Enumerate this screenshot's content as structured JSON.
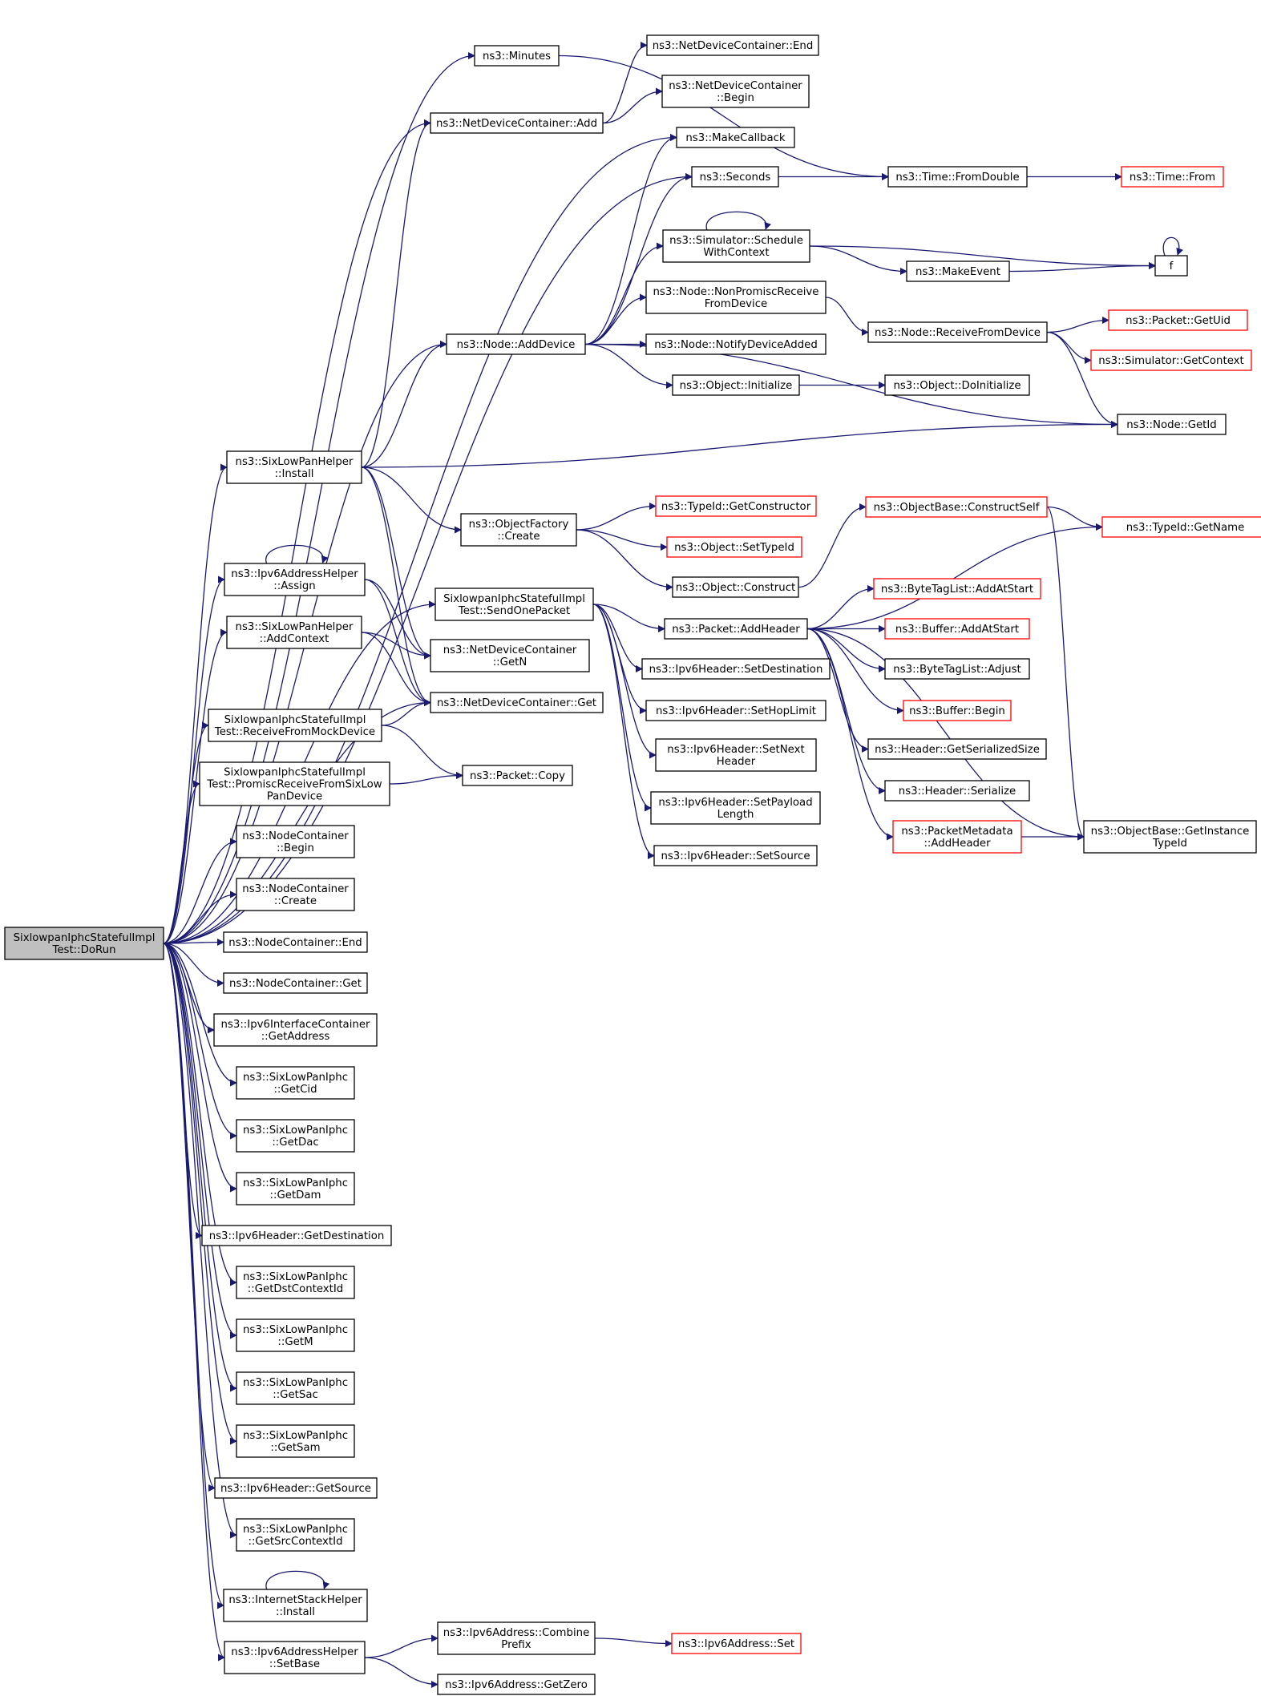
{
  "diagram": {
    "nodes": [
      {
        "id": "root",
        "lines": [
          "SixlowpanIphcStatefulImpl",
          "Test::DoRun"
        ],
        "style": "root"
      },
      {
        "id": "minutes",
        "lines": [
          "ns3::Minutes"
        ]
      },
      {
        "id": "ndc_add",
        "lines": [
          "ns3::NetDeviceContainer::Add"
        ]
      },
      {
        "id": "ndc_end",
        "lines": [
          "ns3::NetDeviceContainer::End"
        ]
      },
      {
        "id": "ndc_begin",
        "lines": [
          "ns3::NetDeviceContainer",
          "::Begin"
        ]
      },
      {
        "id": "makecallback",
        "lines": [
          "ns3::MakeCallback"
        ]
      },
      {
        "id": "seconds",
        "lines": [
          "ns3::Seconds"
        ]
      },
      {
        "id": "time_fromdouble",
        "lines": [
          "ns3::Time::FromDouble"
        ]
      },
      {
        "id": "time_from",
        "lines": [
          "ns3::Time::From"
        ],
        "style": "external"
      },
      {
        "id": "sched",
        "lines": [
          "ns3::Simulator::Schedule",
          "WithContext"
        ]
      },
      {
        "id": "makeevent",
        "lines": [
          "ns3::MakeEvent"
        ]
      },
      {
        "id": "f",
        "lines": [
          "f"
        ]
      },
      {
        "id": "nonpromisc",
        "lines": [
          "ns3::Node::NonPromiscReceive",
          "FromDevice"
        ]
      },
      {
        "id": "recvfromdev",
        "lines": [
          "ns3::Node::ReceiveFromDevice"
        ]
      },
      {
        "id": "pkt_getuid",
        "lines": [
          "ns3::Packet::GetUid"
        ],
        "style": "external"
      },
      {
        "id": "sim_getctx",
        "lines": [
          "ns3::Simulator::GetContext"
        ],
        "style": "external"
      },
      {
        "id": "adddevice",
        "lines": [
          "ns3::Node::AddDevice"
        ]
      },
      {
        "id": "notifydev",
        "lines": [
          "ns3::Node::NotifyDeviceAdded"
        ]
      },
      {
        "id": "obj_init",
        "lines": [
          "ns3::Object::Initialize"
        ]
      },
      {
        "id": "obj_doinit",
        "lines": [
          "ns3::Object::DoInitialize"
        ]
      },
      {
        "id": "node_getid",
        "lines": [
          "ns3::Node::GetId"
        ]
      },
      {
        "id": "slp_install",
        "lines": [
          "ns3::SixLowPanHelper",
          "::Install"
        ]
      },
      {
        "id": "objfactory",
        "lines": [
          "ns3::ObjectFactory",
          "::Create"
        ]
      },
      {
        "id": "tid_getctor",
        "lines": [
          "ns3::TypeId::GetConstructor"
        ],
        "style": "external"
      },
      {
        "id": "obj_settypeid",
        "lines": [
          "ns3::Object::SetTypeId"
        ],
        "style": "external"
      },
      {
        "id": "obj_construct",
        "lines": [
          "ns3::Object::Construct"
        ]
      },
      {
        "id": "objbase_cs",
        "lines": [
          "ns3::ObjectBase::ConstructSelf"
        ],
        "style": "external"
      },
      {
        "id": "tid_getname",
        "lines": [
          "ns3::TypeId::GetName"
        ],
        "style": "external"
      },
      {
        "id": "ipv6ah_assign",
        "lines": [
          "ns3::Ipv6AddressHelper",
          "::Assign"
        ]
      },
      {
        "id": "sendonepacket",
        "lines": [
          "SixlowpanIphcStatefulImpl",
          "Test::SendOnePacket"
        ]
      },
      {
        "id": "pkt_addheader",
        "lines": [
          "ns3::Packet::AddHeader"
        ]
      },
      {
        "id": "btl_addatstart",
        "lines": [
          "ns3::ByteTagList::AddAtStart"
        ],
        "style": "external"
      },
      {
        "id": "buf_addatstart",
        "lines": [
          "ns3::Buffer::AddAtStart"
        ],
        "style": "external"
      },
      {
        "id": "btl_adjust",
        "lines": [
          "ns3::ByteTagList::Adjust"
        ]
      },
      {
        "id": "buf_begin",
        "lines": [
          "ns3::Buffer::Begin"
        ],
        "style": "external"
      },
      {
        "id": "hdr_getsize",
        "lines": [
          "ns3::Header::GetSerializedSize"
        ]
      },
      {
        "id": "hdr_serialize",
        "lines": [
          "ns3::Header::Serialize"
        ]
      },
      {
        "id": "pm_addheader",
        "lines": [
          "ns3::PacketMetadata",
          "::AddHeader"
        ],
        "style": "external"
      },
      {
        "id": "objbase_getinst",
        "lines": [
          "ns3::ObjectBase::GetInstance",
          "TypeId"
        ]
      },
      {
        "id": "slp_addctx",
        "lines": [
          "ns3::SixLowPanHelper",
          "::AddContext"
        ]
      },
      {
        "id": "ndc_getn",
        "lines": [
          "ns3::NetDeviceContainer",
          "::GetN"
        ]
      },
      {
        "id": "ndc_get",
        "lines": [
          "ns3::NetDeviceContainer::Get"
        ]
      },
      {
        "id": "recvmock",
        "lines": [
          "SixlowpanIphcStatefulImpl",
          "Test::ReceiveFromMockDevice"
        ]
      },
      {
        "id": "promiscrecv",
        "lines": [
          "SixlowpanIphcStatefulImpl",
          "Test::PromiscReceiveFromSixLow",
          "PanDevice"
        ]
      },
      {
        "id": "pkt_copy",
        "lines": [
          "ns3::Packet::Copy"
        ]
      },
      {
        "id": "v6h_setdst",
        "lines": [
          "ns3::Ipv6Header::SetDestination"
        ]
      },
      {
        "id": "v6h_sethop",
        "lines": [
          "ns3::Ipv6Header::SetHopLimit"
        ]
      },
      {
        "id": "v6h_setnext",
        "lines": [
          "ns3::Ipv6Header::SetNext",
          "Header"
        ]
      },
      {
        "id": "v6h_setpl",
        "lines": [
          "ns3::Ipv6Header::SetPayload",
          "Length"
        ]
      },
      {
        "id": "v6h_setsrc",
        "lines": [
          "ns3::Ipv6Header::SetSource"
        ]
      },
      {
        "id": "nc_begin",
        "lines": [
          "ns3::NodeContainer",
          "::Begin"
        ]
      },
      {
        "id": "nc_create",
        "lines": [
          "ns3::NodeContainer",
          "::Create"
        ]
      },
      {
        "id": "nc_end",
        "lines": [
          "ns3::NodeContainer::End"
        ]
      },
      {
        "id": "nc_get",
        "lines": [
          "ns3::NodeContainer::Get"
        ]
      },
      {
        "id": "v6ic_getaddr",
        "lines": [
          "ns3::Ipv6InterfaceContainer",
          "::GetAddress"
        ]
      },
      {
        "id": "iphc_getcid",
        "lines": [
          "ns3::SixLowPanIphc",
          "::GetCid"
        ]
      },
      {
        "id": "iphc_getdac",
        "lines": [
          "ns3::SixLowPanIphc",
          "::GetDac"
        ]
      },
      {
        "id": "iphc_getdam",
        "lines": [
          "ns3::SixLowPanIphc",
          "::GetDam"
        ]
      },
      {
        "id": "v6h_getdst",
        "lines": [
          "ns3::Ipv6Header::GetDestination"
        ]
      },
      {
        "id": "iphc_getdstctx",
        "lines": [
          "ns3::SixLowPanIphc",
          "::GetDstContextId"
        ]
      },
      {
        "id": "iphc_getm",
        "lines": [
          "ns3::SixLowPanIphc",
          "::GetM"
        ]
      },
      {
        "id": "iphc_getsac",
        "lines": [
          "ns3::SixLowPanIphc",
          "::GetSac"
        ]
      },
      {
        "id": "iphc_getsam",
        "lines": [
          "ns3::SixLowPanIphc",
          "::GetSam"
        ]
      },
      {
        "id": "v6h_getsrc",
        "lines": [
          "ns3::Ipv6Header::GetSource"
        ]
      },
      {
        "id": "iphc_getsrcctx",
        "lines": [
          "ns3::SixLowPanIphc",
          "::GetSrcContextId"
        ]
      },
      {
        "id": "ish_install",
        "lines": [
          "ns3::InternetStackHelper",
          "::Install"
        ]
      },
      {
        "id": "ipv6ah_setbase",
        "lines": [
          "ns3::Ipv6AddressHelper",
          "::SetBase"
        ]
      },
      {
        "id": "v6a_combine",
        "lines": [
          "ns3::Ipv6Address::Combine",
          "Prefix"
        ]
      },
      {
        "id": "v6a_set",
        "lines": [
          "ns3::Ipv6Address::Set"
        ],
        "style": "external"
      },
      {
        "id": "v6a_getzero",
        "lines": [
          "ns3::Ipv6Address::GetZero"
        ]
      }
    ],
    "edges": [
      [
        "root",
        "minutes"
      ],
      [
        "root",
        "ndc_add"
      ],
      [
        "root",
        "makecallback"
      ],
      [
        "root",
        "seconds"
      ],
      [
        "root",
        "adddevice"
      ],
      [
        "root",
        "slp_install"
      ],
      [
        "root",
        "sendonepacket"
      ],
      [
        "root",
        "ipv6ah_assign"
      ],
      [
        "root",
        "slp_addctx"
      ],
      [
        "root",
        "ndc_get"
      ],
      [
        "root",
        "recvmock"
      ],
      [
        "root",
        "promiscrecv"
      ],
      [
        "root",
        "nc_begin"
      ],
      [
        "root",
        "nc_create"
      ],
      [
        "root",
        "nc_end"
      ],
      [
        "root",
        "nc_get"
      ],
      [
        "root",
        "v6ic_getaddr"
      ],
      [
        "root",
        "iphc_getcid"
      ],
      [
        "root",
        "iphc_getdac"
      ],
      [
        "root",
        "iphc_getdam"
      ],
      [
        "root",
        "v6h_getdst"
      ],
      [
        "root",
        "iphc_getdstctx"
      ],
      [
        "root",
        "iphc_getm"
      ],
      [
        "root",
        "iphc_getsac"
      ],
      [
        "root",
        "iphc_getsam"
      ],
      [
        "root",
        "v6h_getsrc"
      ],
      [
        "root",
        "iphc_getsrcctx"
      ],
      [
        "root",
        "ish_install"
      ],
      [
        "root",
        "ipv6ah_setbase"
      ],
      [
        "minutes",
        "time_fromdouble"
      ],
      [
        "ndc_add",
        "ndc_end"
      ],
      [
        "ndc_add",
        "ndc_begin"
      ],
      [
        "seconds",
        "time_fromdouble"
      ],
      [
        "time_fromdouble",
        "time_from"
      ],
      [
        "sched",
        "sched"
      ],
      [
        "sched",
        "f"
      ],
      [
        "sched",
        "makeevent"
      ],
      [
        "makeevent",
        "f"
      ],
      [
        "f",
        "f"
      ],
      [
        "nonpromisc",
        "recvfromdev"
      ],
      [
        "recvfromdev",
        "pkt_getuid"
      ],
      [
        "recvfromdev",
        "sim_getctx"
      ],
      [
        "recvfromdev",
        "node_getid"
      ],
      [
        "adddevice",
        "makecallback"
      ],
      [
        "adddevice",
        "seconds"
      ],
      [
        "adddevice",
        "sched"
      ],
      [
        "adddevice",
        "nonpromisc"
      ],
      [
        "adddevice",
        "notifydev"
      ],
      [
        "adddevice",
        "obj_init"
      ],
      [
        "adddevice",
        "node_getid"
      ],
      [
        "obj_init",
        "obj_doinit"
      ],
      [
        "slp_install",
        "ndc_add"
      ],
      [
        "slp_install",
        "adddevice"
      ],
      [
        "slp_install",
        "node_getid"
      ],
      [
        "slp_install",
        "objfactory"
      ],
      [
        "slp_install",
        "ndc_getn"
      ],
      [
        "slp_install",
        "ndc_get"
      ],
      [
        "objfactory",
        "tid_getctor"
      ],
      [
        "objfactory",
        "obj_settypeid"
      ],
      [
        "objfactory",
        "obj_construct"
      ],
      [
        "obj_construct",
        "objbase_cs"
      ],
      [
        "objbase_cs",
        "tid_getname"
      ],
      [
        "objbase_cs",
        "objbase_getinst"
      ],
      [
        "ipv6ah_assign",
        "ipv6ah_assign"
      ],
      [
        "ipv6ah_assign",
        "ndc_getn"
      ],
      [
        "ipv6ah_assign",
        "ndc_get"
      ],
      [
        "slp_addctx",
        "ndc_getn"
      ],
      [
        "slp_addctx",
        "ndc_get"
      ],
      [
        "sendonepacket",
        "pkt_addheader"
      ],
      [
        "sendonepacket",
        "v6h_setdst"
      ],
      [
        "sendonepacket",
        "v6h_sethop"
      ],
      [
        "sendonepacket",
        "v6h_setnext"
      ],
      [
        "sendonepacket",
        "v6h_setpl"
      ],
      [
        "sendonepacket",
        "v6h_setsrc"
      ],
      [
        "pkt_addheader",
        "tid_getname"
      ],
      [
        "pkt_addheader",
        "btl_addatstart"
      ],
      [
        "pkt_addheader",
        "buf_addatstart"
      ],
      [
        "pkt_addheader",
        "btl_adjust"
      ],
      [
        "pkt_addheader",
        "buf_begin"
      ],
      [
        "pkt_addheader",
        "hdr_getsize"
      ],
      [
        "pkt_addheader",
        "hdr_serialize"
      ],
      [
        "pkt_addheader",
        "pm_addheader"
      ],
      [
        "pkt_addheader",
        "objbase_getinst"
      ],
      [
        "pm_addheader",
        "objbase_getinst"
      ],
      [
        "recvmock",
        "ndc_get"
      ],
      [
        "recvmock",
        "pkt_copy"
      ],
      [
        "promiscrecv",
        "pkt_copy"
      ],
      [
        "ish_install",
        "ish_install"
      ],
      [
        "ipv6ah_setbase",
        "v6a_combine"
      ],
      [
        "ipv6ah_setbase",
        "v6a_getzero"
      ],
      [
        "v6a_combine",
        "v6a_set"
      ]
    ]
  }
}
